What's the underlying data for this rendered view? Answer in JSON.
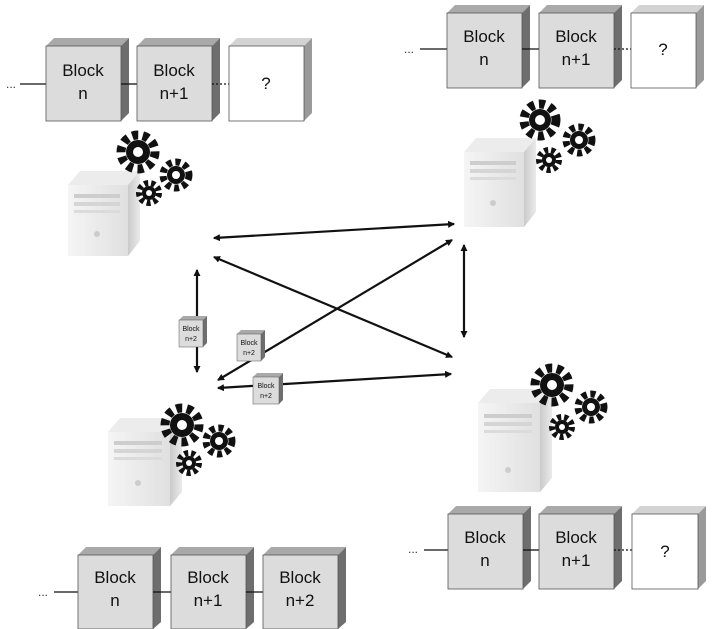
{
  "chains": {
    "top_left": {
      "ellipsis": "...",
      "b1": {
        "l1": "Block",
        "l2": "n"
      },
      "b2": {
        "l1": "Block",
        "l2": "n+1"
      },
      "q": "?"
    },
    "top_right": {
      "ellipsis": "...",
      "b1": {
        "l1": "Block",
        "l2": "n"
      },
      "b2": {
        "l1": "Block",
        "l2": "n+1"
      },
      "q": "?"
    },
    "bottom_right": {
      "ellipsis": "...",
      "b1": {
        "l1": "Block",
        "l2": "n"
      },
      "b2": {
        "l1": "Block",
        "l2": "n+1"
      },
      "q": "?"
    },
    "bottom_left": {
      "ellipsis": "...",
      "b1": {
        "l1": "Block",
        "l2": "n"
      },
      "b2": {
        "l1": "Block",
        "l2": "n+1"
      },
      "b3": {
        "l1": "Block",
        "l2": "n+2"
      }
    }
  },
  "messages": {
    "m1": {
      "l1": "Block",
      "l2": "n+2"
    },
    "m2": {
      "l1": "Block",
      "l2": "n+2"
    },
    "m3": {
      "l1": "Block",
      "l2": "n+2"
    }
  },
  "colors": {
    "block_front": "#dcdcdc",
    "block_side": "#6e6e6e",
    "block_top": "#a9a9a9",
    "pending_front": "#ffffff",
    "line": "#111111",
    "gear": "#111111",
    "server": "#cfcfcf"
  },
  "icons": [
    "server-icon",
    "gears-icon",
    "double-arrow-icon"
  ]
}
